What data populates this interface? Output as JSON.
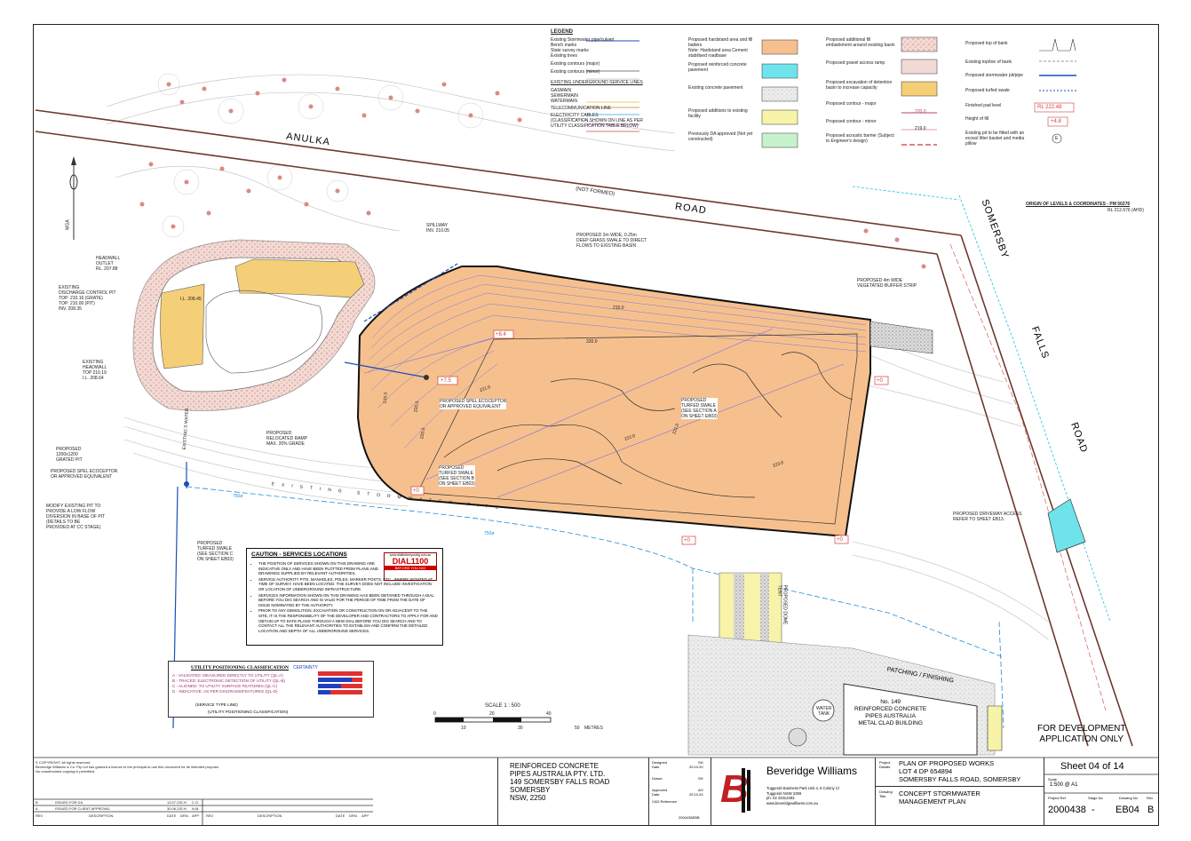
{
  "legend": {
    "title": "LEGEND",
    "col1": [
      "Existing Stormwater pipe/culvert",
      "Bench marks",
      "State survey marks",
      "Existing trees",
      "Existing contours (major)",
      "Existing contours (minor)"
    ],
    "services_title": "EXISTING UNDERGROUND SERVICE LINES",
    "services": [
      "GASMAIN",
      "SEWERMAIN",
      "WATERMAIN",
      "TELECOMMUNICATION LINE",
      "ELECTRICITY CABLES"
    ],
    "services_note": "(CLASSIFICATION SHOWN ON LINE AS PER UTILITY CLASSIFICATION TABLE BELOW)",
    "col2": [
      "Proposed hardstand area and fill batters\nNote: Hardstand area Cement stabilised roadbase",
      "Proposed reinforced concrete pavement",
      "Existing concrete pavement",
      "Proposed additions to existing facility",
      "Previously DA approved (Not yet constructed)"
    ],
    "col3": [
      "Proposed additional fill embankment around existing basin",
      "Proposed gravel access ramp",
      "Proposed excavation of detention basin to increase capacity",
      "Proposed contour - major",
      "Proposed contour - minor",
      "Proposed acoustic barrier (Subject to Engineer's design)"
    ],
    "contour_major_value": "220.0",
    "contour_minor_value": "219.0",
    "col4": [
      "Proposed top of bank",
      "Existing top/toe of bank",
      "Proposed stormwater pit/pipe",
      "Proposed turfed swale",
      "Finished pad level",
      "Height of fill",
      "Existing pit to be fitted with an ecosol litter basket and media pillow"
    ],
    "pad_level": "RL 222.48",
    "fill_height": "+4.8",
    "pit_symbol": "E",
    "colors": {
      "hardstand": "#f6c08e",
      "concrete": "#6fe3ec",
      "existing_concrete": "#e4e4e4",
      "additions": "#f7f3a8",
      "da_approved": "#c8f2cc",
      "fill_embank": "#f4d6cf",
      "gravel": "#f2d9d5",
      "excavation": "#f5cf78"
    }
  },
  "origin": {
    "title": "ORIGIN OF LEVELS & COORDINATES - PM 50276",
    "rl": "RL 212.676 (AHD)"
  },
  "roads": {
    "anulka": "ANULKA",
    "road1": "ROAD",
    "not_formed": "(NOT FORMED)",
    "somersby": "SOMERSBY",
    "falls": "FALLS",
    "road2": "ROAD"
  },
  "labels": {
    "spillway": "SPILLWAY\nINV. 210.05",
    "headwall_outlet": "HEADWALL\nOUTLET\nRL. 207.88",
    "discharge_pit": "EXISTING\nDISCHARGE CONTROL PIT\nTOP: 210.16 (GRATE)\nTOP: 210.00 (PIT)\nINV. 208.35",
    "existing_headwall": "EXISTING\nHEADWALL\nTOP 210.19\nI.L. 208.64",
    "il": "I.L. 208.45",
    "grass_swale": "PROPOSED 2m WIDE, 0.25m\nDEEP GRASS SWALE TO DIRECT\nFLOWS TO EXISTING BASIN",
    "buffer": "PROPOSED 4m WIDE\nVEGETATED BUFFER STRIP",
    "spel1": "PROPOSED SPEL ECOCEPTOR\nOR APPROVED EQUIVALENT",
    "ramp": "PROPOSED\nRELOCATED RAMP\nMAX. 20% GRADE",
    "swale_a": "PROPOSED\nTURFED SWALE\n(SEE SECTION A\nON SHEET EB03)",
    "swale_b": "PROPOSED\nTURFED SWALE\n(SEE SECTION B\nON SHEET EB03)",
    "grated_pit": "PROPOSED\n1200x1200\nGRATED PIT",
    "spel2": "PROPOSED SPEL ECOCEPTOR\nOR APPROVED EQUIVALENT",
    "modify": "MODIFY EXISTING PIT TO\nPROVIDE A LOW FLOW\nDIVERSION IN BASE OF PIT\n(DETAILS TO BE\nPROVIDED AT CC STAGE)",
    "swale_c": "PROPOSED\nTURFED SWALE\n(SEE SECTION C\nON SHEET EB03)",
    "driveway": "PROPOSED DRIVEWAY ACCESS\nREFER TO SHEET EB13.",
    "dome": "PROPOSED DOME\nTENT",
    "patching": "PATCHING / FINISHING",
    "building": "No. 149\nREINFORCED CONCRETE\nPIPES AUSTRALIA\nMETAL CLAD BUILDING",
    "water_tank": "WATER\nTANK",
    "stormwater_pipe": "EXISTING STORMWATER PIPE",
    "swale_wall": "EXISTING S WATER",
    "levels": [
      "+8.4",
      "+7.5",
      "+0",
      "+0",
      "+0",
      "+0"
    ],
    "contours": [
      "215.0",
      "220.0",
      "215.0",
      "220.0",
      "221.0",
      "222.0",
      "221.0",
      "223.0",
      "220.0"
    ],
    "pipe_size": "750ø",
    "mga": "MGA"
  },
  "development_note": "FOR DEVELOPMENT\nAPPLICATION ONLY",
  "caution": {
    "title": "CAUTION - SERVICES LOCATIONS",
    "items": [
      "THE POSITION OF SERVICES SHOWN ON THIS DRAWING ARE INDICATIVE ONLY AND HAVE BEEN PLOTTED FROM PLANS AND DRAWINGS SUPPLIED BY RELEVANT AUTHORITIES.",
      "SERVICE AUTHORITY PITS, MANHOLES, POLES, MARKER POSTS, ETC., WHERE SIGHTED AT TIME OF SURVEY, HAVE BEEN LOCATED. THE SURVEY DOES NOT INCLUDE INVESTIGATION OR LOCATION OF UNDERGROUND INFRASTRUCTURE.",
      "SERVICES INFORMATION SHOWN ON THIS DRAWING HAS BEEN OBTAINED THROUGH A DIAL BEFORE YOU DIG SEARCH AND IS VALID FOR THE PERIOD OF TIME FROM THE DATE OF ISSUE NOMINATED BY THE AUTHORITY.",
      "PRIOR TO ANY DEMOLITION, EXCAVATION OR CONSTRUCTION ON OR ADJACENT TO THE SITE, IT IS THE RESPONSIBILITY OF THE DEVELOPER AND CONTRACTORS TO APPLY FOR AND OBTAIN UP TO DATE PLANS THROUGH A NEW DIAL BEFORE YOU DIG SEARCH AND TO CONTACT ALL THE RELEVANT AUTHORITIES TO ESTABLISH AND CONFIRM THE DETAILED LOCATION AND DEPTH OF ALL UNDERGROUND SERVICES."
    ],
    "dial_url": "www.dialbeforeyoudig.com.au",
    "dial": "DIAL1100",
    "dial_sub": "BEFORE YOU DIG"
  },
  "upc": {
    "title": "UTILITY POSITIONING CLASSIFICATION",
    "certainty": "CERTAINTY",
    "rows": [
      "A - VALIDATED: MEASURED DIRECTLY TO UTILITY (QL-A)",
      "B - TRACED: ELECTRONIC DETECTION OF UTILITY (QL-B)",
      "C - ALIGNED: TO UTILITY SURFACE FEATURES (QL-C)",
      "D - INDICATIVE: AS PER DIAGRAMS/FEATURES (QL-D)"
    ],
    "service_type": "(SERVICE TYPE LINE)",
    "upc_note": "(UTILITY POSITIONING CLASSIFICATION)"
  },
  "scale": {
    "label": "SCALE  1 : 500",
    "top_ticks": [
      "0",
      "20",
      "40"
    ],
    "bottom_ticks": [
      "10",
      "30",
      "50"
    ],
    "unit": "METRES"
  },
  "title_block": {
    "copyright": "© COPYRIGHT: All rights reserved",
    "copyright2": "Beveridge Williams & Co. Pty Ltd has granted a licence to the principal to use this document for its intended purpose.",
    "copyright3": "No unauthorised copying is permitted.",
    "revisions": [
      {
        "rev": "B",
        "desc": "ISSUED FOR DA",
        "date": "13.07.21",
        "drn": "S.H.",
        "app": "C.G."
      },
      {
        "rev": "A",
        "desc": "ISSUED FOR CLIENT APPROVAL",
        "date": "30.06.21",
        "drn": "S.H.",
        "app": "N.M."
      }
    ],
    "rev_headers": [
      "REV",
      "DESCRIPTION",
      "DATE",
      "DRN.",
      "APP",
      "REV",
      "DESCRIPTION",
      "DATE",
      "DRN.",
      "APP"
    ],
    "client": "REINFORCED CONCRETE\nPIPES AUSTRALIA PTY. LTD.\n149 SOMERSBY FALLS ROAD\nSOMERSBY\nNSW, 2250",
    "meta": [
      {
        "k": "Designed",
        "v": "SH"
      },
      {
        "k": "Date",
        "v": "29.10.20"
      },
      {
        "k": "Drawn",
        "v": "SH"
      },
      {
        "k": "Approved",
        "v": "AO"
      },
      {
        "k": "Date",
        "v": "29.10.20"
      },
      {
        "k": "CAD Reference",
        "v": "2000438EBB"
      }
    ],
    "company": "Beveridge Williams",
    "company_addr": "Tuggerah Business Park Unit 4, 5 Colony Cl\nTuggerah NSW 2259\nph: 02 43312283\nwww.beveridgewilliams.com.au",
    "project_label": "Project Details",
    "project": "PLAN OF PROPOSED WORKS\nLOT 4 DP 654894\nSOMERSBY FALLS ROAD, SOMERSBY",
    "drawing_label": "Drawing Title",
    "drawing": "CONCEPT STORMWATER\nMANAGEMENT PLAN",
    "sheet": "Sheet 04 of 14",
    "scale": "1:500 @ A1",
    "scale_label": "Scale",
    "ref_headers": [
      "Project Ref",
      "Stage No",
      "Drawing No",
      "Rev"
    ],
    "project_ref": "2000438",
    "stage": "-",
    "drawing_no": "EB04",
    "rev": "B"
  }
}
